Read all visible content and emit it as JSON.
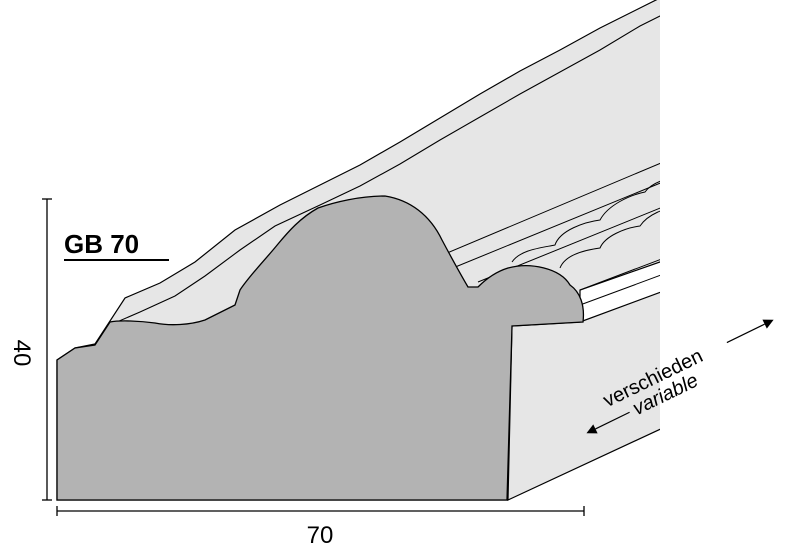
{
  "profile": {
    "code": "GB 70"
  },
  "dimensions": {
    "height": "40",
    "width": "70"
  },
  "length_note": {
    "german": "verschieden",
    "english": "variable"
  },
  "colors": {
    "cross_section": "#b3b3b3",
    "moulding_face": "#e6e6e6",
    "outline": "#000000"
  }
}
